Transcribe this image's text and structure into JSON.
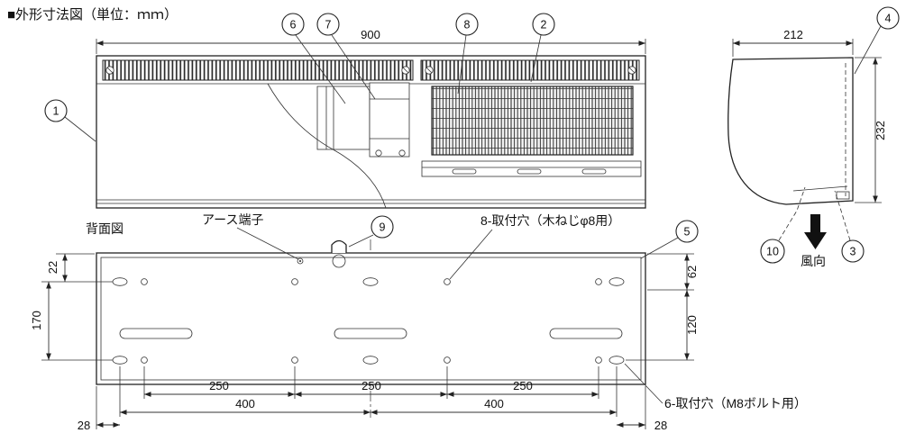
{
  "title": "■外形寸法図（単位：ｍｍ）",
  "front_view": {
    "dim_width": "900",
    "callouts": {
      "c1": "1",
      "c2": "2",
      "c6": "6",
      "c7": "7",
      "c8": "8"
    }
  },
  "side_view": {
    "dim_width": "212",
    "dim_height": "232",
    "wind_label": "風向",
    "callouts": {
      "c3": "3",
      "c4": "4",
      "c10": "10"
    }
  },
  "rear_view": {
    "label": "背面図",
    "earth_label": "アース端子",
    "screw_holes_label": "8-取付穴（木ねじφ8用）",
    "bolt_holes_label": "6-取付穴（M8ボルト用）",
    "callouts": {
      "c5": "5",
      "c9": "9"
    },
    "dims": {
      "top_offset": "22",
      "height": "170",
      "right_top": "62",
      "right_mid": "120",
      "pitch1": "250",
      "pitch2": "250",
      "pitch3": "250",
      "span1": "400",
      "span2": "400",
      "margin_left": "28",
      "margin_right": "28"
    }
  }
}
